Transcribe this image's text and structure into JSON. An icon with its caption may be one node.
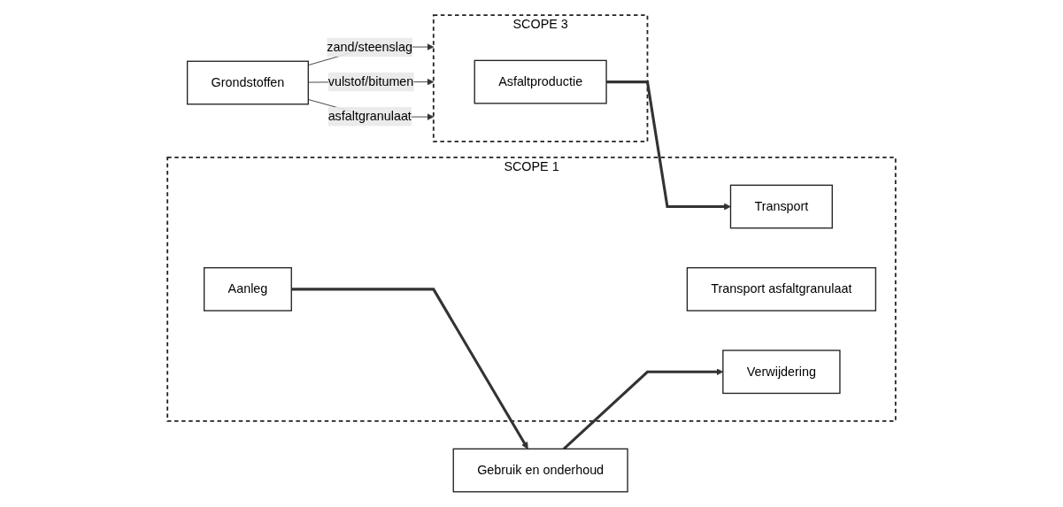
{
  "diagram": {
    "nodes": [
      {
        "text": [
          "Grondstoffen"
        ]
      },
      {
        "text": [
          "SCOPE 3"
        ]
      },
      {
        "text": [
          "Asfaltproductie"
        ],
        "in": 1
      },
      {
        "text": [
          "SCOPE 1"
        ]
      },
      {
        "text": [
          "Transport"
        ],
        "in": 3
      },
      {
        "text": [
          "Aanleg"
        ],
        "in": 3
      },
      {
        "text": [
          "Gebruik en onderhoud"
        ]
      },
      {
        "text": [
          "Transport asfaltgranulaat"
        ],
        "in": 3
      },
      {
        "text": [
          "Verwijdering"
        ],
        "in": 3
      }
    ],
    "edges": [
      {
        "from": 0,
        "to": 1,
        "arrow": "to",
        "label": "zand/steenslag"
      },
      {
        "from": 0,
        "to": 1,
        "arrow": "to",
        "label": "vulstof/bitumen"
      },
      {
        "from": 0,
        "to": 1,
        "arrow": "to",
        "label": "asfaltgranulaat"
      },
      {
        "from": 2,
        "to": 4,
        "arrow": "to",
        "style": "thick"
      },
      {
        "from": 5,
        "to": 6,
        "arrow": "to",
        "style": "thick"
      },
      {
        "from": 6,
        "to": 8,
        "arrow": "to",
        "style": "thick"
      }
    ]
  }
}
